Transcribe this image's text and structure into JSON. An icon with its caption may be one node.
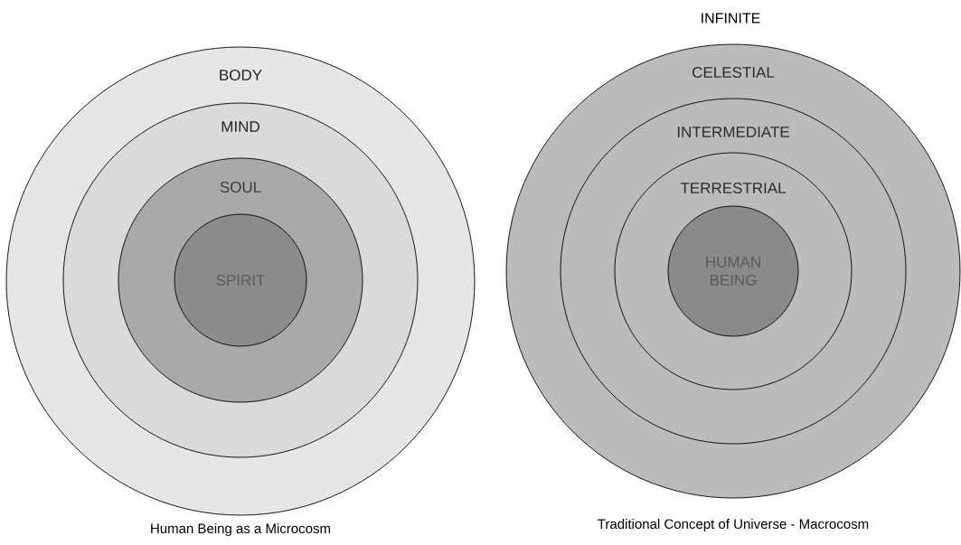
{
  "diagram": {
    "nodes": [
      {
        "text": [
          "BODY"
        ],
        "beside": [
          "Human Being as a Microcosm"
        ]
      },
      {
        "text": [
          "MIND"
        ],
        "in": 0
      },
      {
        "text": [
          "SOUL"
        ],
        "in": 1
      },
      {
        "text": [
          "SPIRIT"
        ],
        "in": 2
      },
      {
        "text": [
          "CELESTIAL"
        ],
        "beside": [
          "Traditional Concept of Universe - Macrocosm"
        ]
      },
      {
        "text": [
          "INTERMEDIATE"
        ],
        "in": 4
      },
      {
        "text": [
          "TERRESTRIAL"
        ],
        "in": 5
      },
      {
        "text": [
          "HUMAN BEING"
        ],
        "in": 6
      }
    ],
    "labels": [
      "INFINITE"
    ]
  }
}
